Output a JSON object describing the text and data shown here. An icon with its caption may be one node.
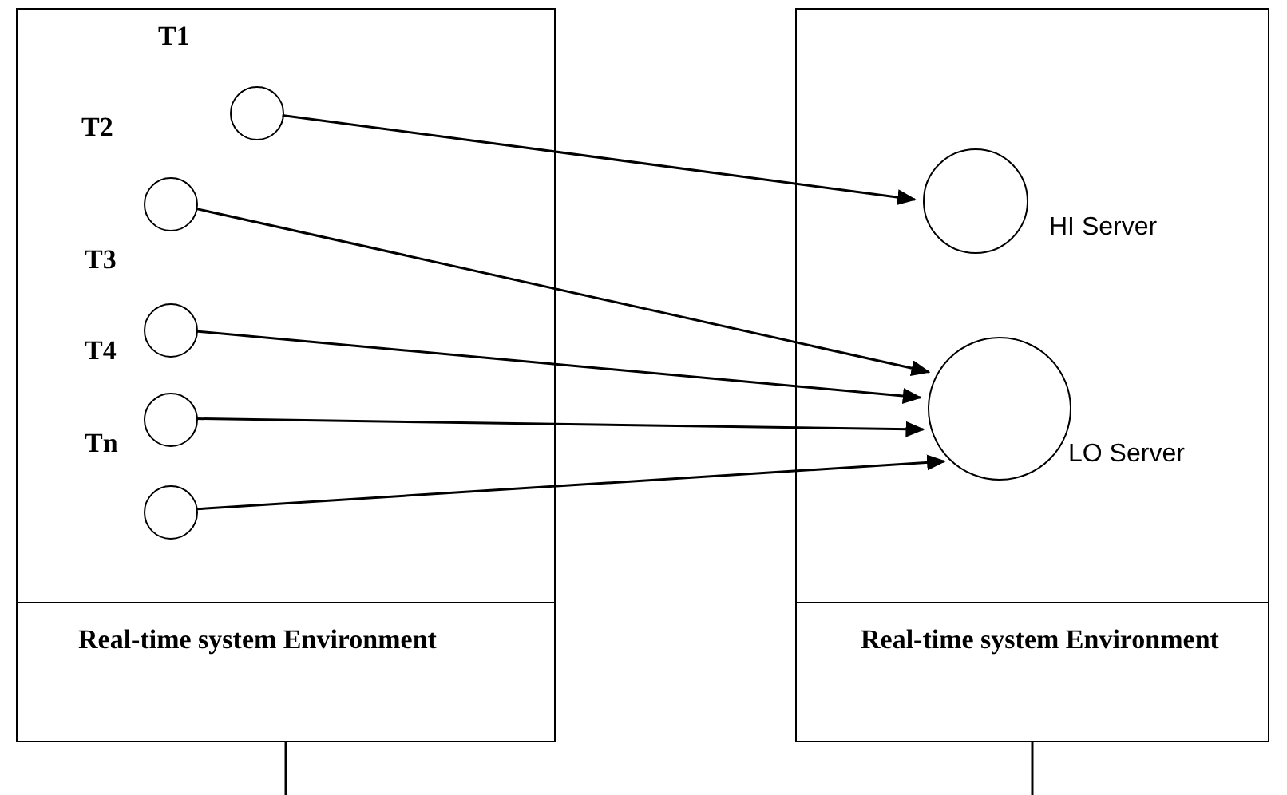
{
  "diagram": {
    "nodes": [
      {
        "text": [
          "Real-time system Environment"
        ]
      },
      {
        "text": [
          "T1"
        ],
        "in": 0
      },
      {
        "text": [
          "T2"
        ],
        "in": 0
      },
      {
        "text": [
          "T3"
        ],
        "in": 0
      },
      {
        "text": [
          "T4"
        ],
        "in": 0
      },
      {
        "text": [
          "Tn"
        ],
        "in": 0
      },
      {
        "text": [
          "Real-time system Environment"
        ]
      },
      {
        "text": [
          "HI Server"
        ],
        "in": 6
      },
      {
        "text": [
          "LO Server"
        ],
        "in": 6
      }
    ],
    "edges": [
      {
        "from": 1,
        "to": 7,
        "arrow": "to"
      },
      {
        "from": 2,
        "to": 8,
        "arrow": "to"
      },
      {
        "from": 3,
        "to": 8,
        "arrow": "to"
      },
      {
        "from": 4,
        "to": 8,
        "arrow": "to"
      },
      {
        "from": 5,
        "to": 8,
        "arrow": "to"
      },
      {
        "from": 0,
        "to": null,
        "arrow": "none"
      },
      {
        "from": 6,
        "to": null,
        "arrow": "none"
      }
    ]
  }
}
